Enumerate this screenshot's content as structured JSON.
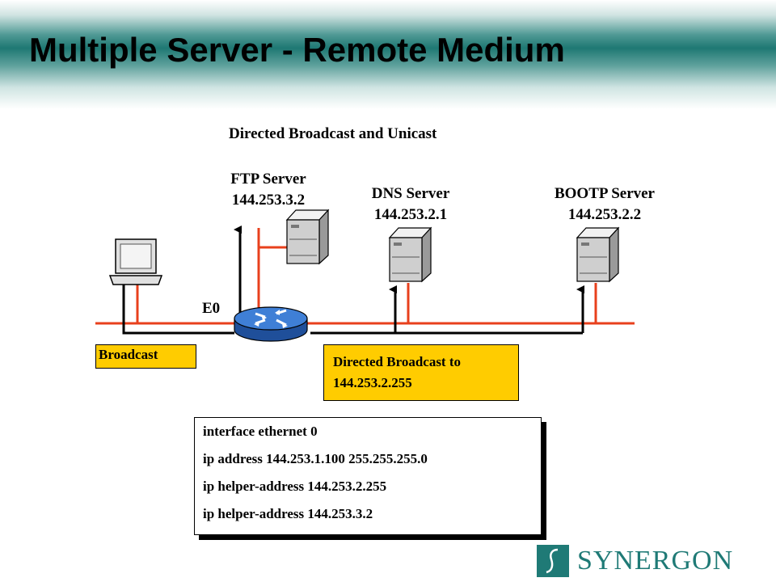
{
  "slide": {
    "title": "Multiple Server - Remote Medium",
    "subtitle": "Directed Broadcast and Unicast"
  },
  "servers": [
    {
      "name": "FTP Server",
      "ip": "144.253.3.2"
    },
    {
      "name": "DNS Server",
      "ip": "144.253.2.1"
    },
    {
      "name": "BOOTP Server",
      "ip": "144.253.2.2"
    }
  ],
  "router": {
    "interface_label": "E0"
  },
  "boxes": {
    "broadcast": "Broadcast",
    "directed_line1": "Directed Broadcast to",
    "directed_line2": "144.253.2.255"
  },
  "config": {
    "lines": [
      "interface ethernet 0",
      "ip address 144.253.1.100  255.255.255.0",
      "ip helper-address 144.253.2.255",
      "ip helper-address 144.253.3.2"
    ]
  },
  "logo": {
    "text": "SYNERGON"
  },
  "colors": {
    "network": "#e8401c",
    "header_teal": "#1e7873",
    "callout": "#ffcc00",
    "logo": "#1f7a76"
  }
}
